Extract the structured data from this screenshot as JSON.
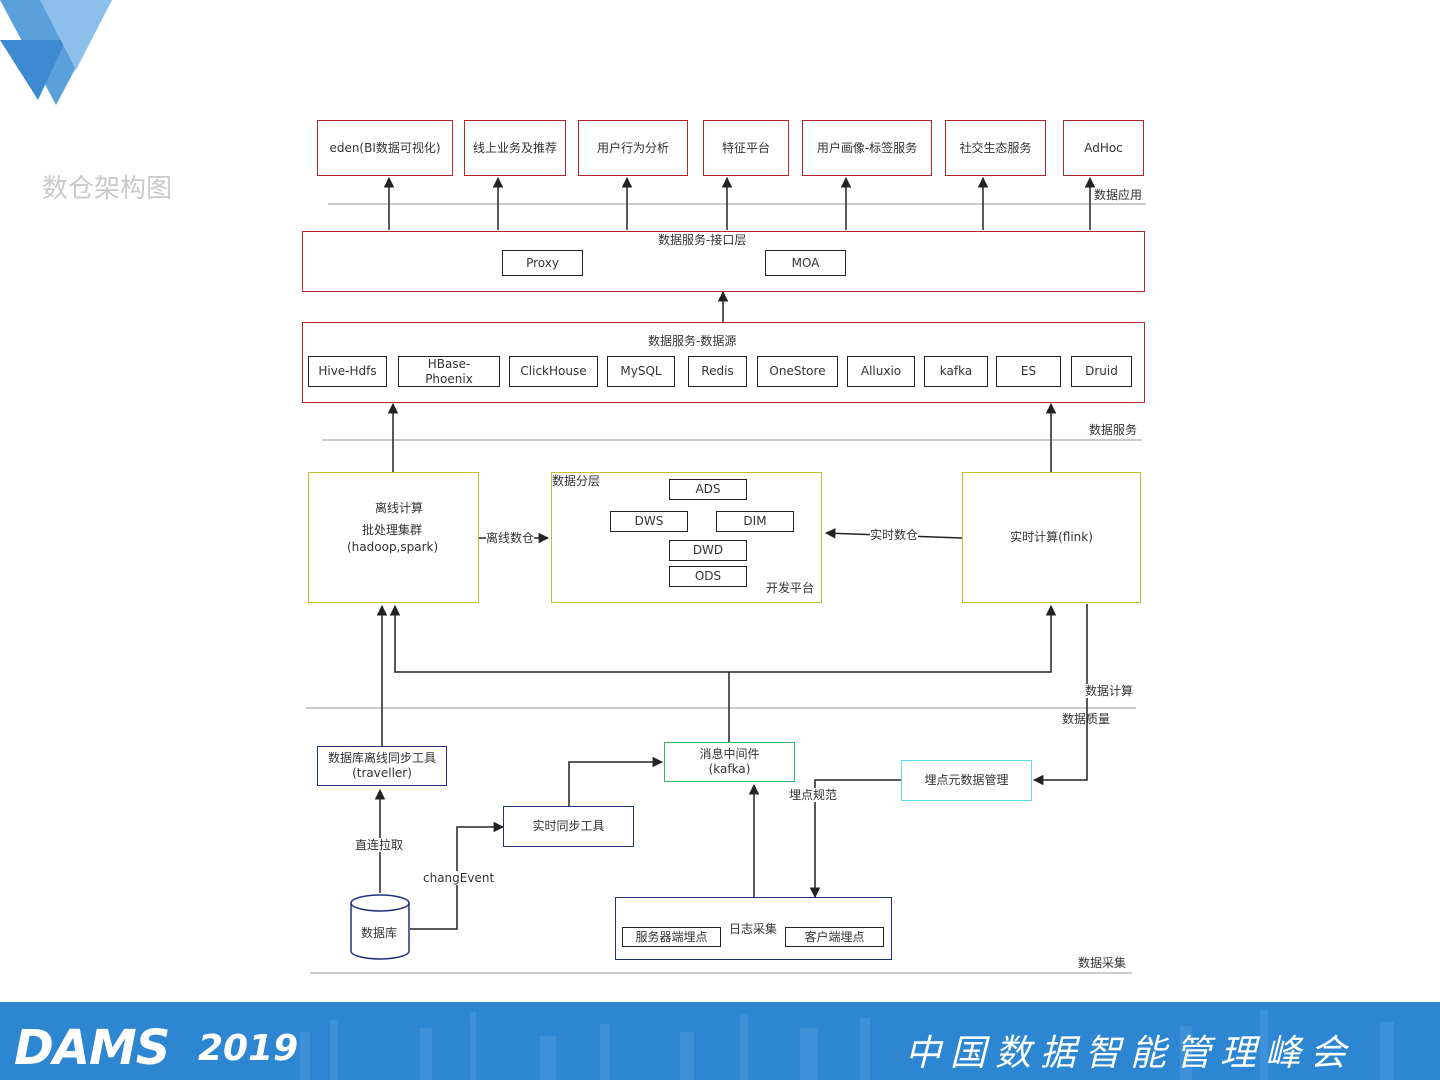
{
  "page": {
    "title": "数仓架构图"
  },
  "footer": {
    "logo_text": "DAMS",
    "year": "2019",
    "event": "中国数据智能管理峰会"
  },
  "layers": {
    "app": "数据应用",
    "service": "数据服务",
    "compute": "数据计算",
    "quality": "数据质量",
    "collect": "数据采集"
  },
  "apps": [
    "eden(BI数据可视化)",
    "线上业务及推荐",
    "用户行为分析",
    "特征平台",
    "用户画像-标签服务",
    "社交生态服务",
    "AdHoc"
  ],
  "api_layer": {
    "title": "数据服务-接口层",
    "items": [
      "Proxy",
      "MOA"
    ]
  },
  "source_layer": {
    "title": "数据服务-数据源",
    "items": [
      "Hive-Hdfs",
      "HBase-Phoenix",
      "ClickHouse",
      "MySQL",
      "Redis",
      "OneStore",
      "Alluxio",
      "kafka",
      "ES",
      "Druid"
    ]
  },
  "offline": {
    "line1": "离线计算",
    "line2": "批处理集群",
    "line3": "(hadoop,spark)"
  },
  "dev_platform": {
    "title": "数据分层",
    "footer": "开发平台",
    "layers": [
      "ADS",
      "DWS",
      "DIM",
      "DWD",
      "ODS"
    ]
  },
  "realtime": {
    "label": "实时计算(flink)"
  },
  "edge_labels": {
    "offline_dw": "离线数仓",
    "realtime_dw": "实时数仓",
    "direct_pull": "直连拉取",
    "change_event": "changEvent",
    "tracking_spec": "埋点规范"
  },
  "sync_tool": "数据库离线同步工具(traveller)",
  "rt_sync": "实时同步工具",
  "mq": {
    "line1": "消息中间件",
    "line2": "(kafka)"
  },
  "meta_mgmt": "埋点元数据管理",
  "database": "数据库",
  "log_collect": {
    "title": "日志采集",
    "server": "服务器端埋点",
    "client": "客户端埋点"
  },
  "colors": {
    "red": "#b5262c",
    "olive": "#c2bf2a",
    "navy": "#20307a",
    "green": "#2dbb62",
    "cyan": "#59e0ea",
    "footer": "#2c86d2"
  }
}
